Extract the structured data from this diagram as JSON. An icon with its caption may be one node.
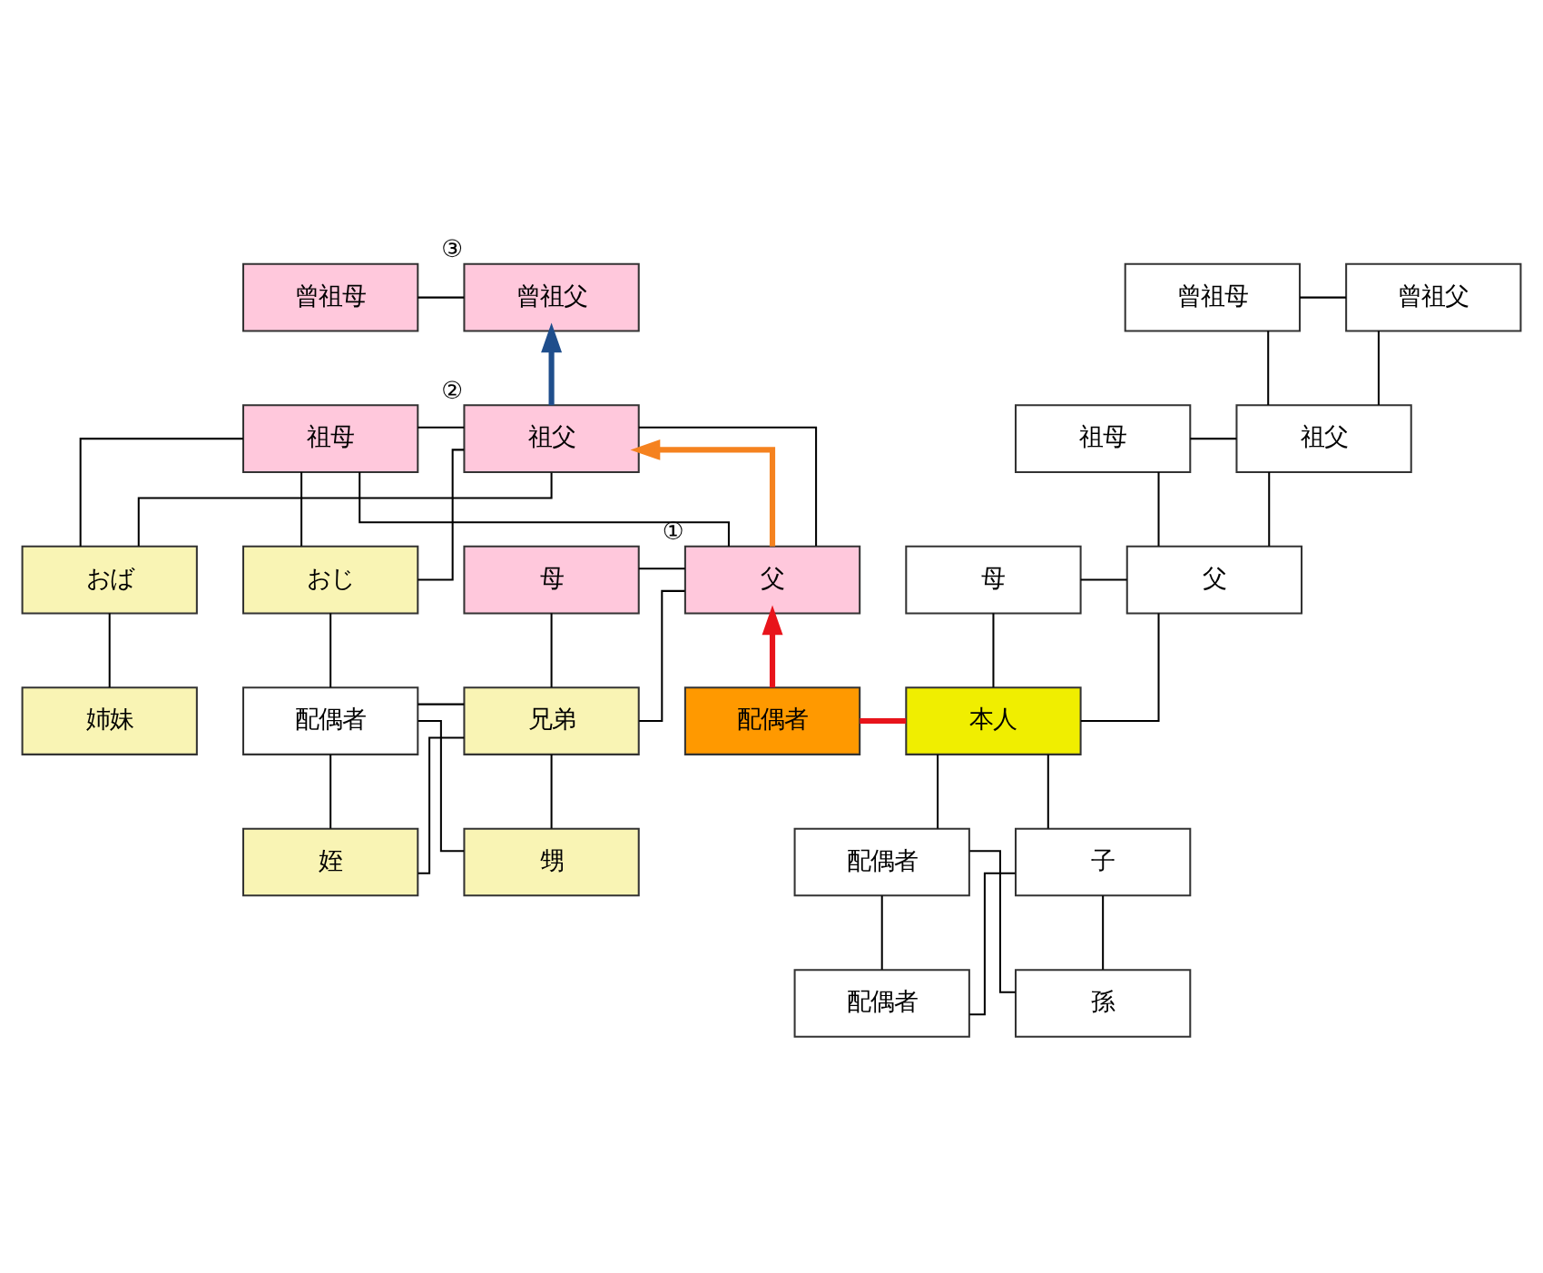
{
  "diagram": {
    "nodes": [
      {
        "text": [
          "曾祖母"
        ]
      },
      {
        "text": [
          "曾祖父"
        ],
        "beside": [
          "③"
        ]
      },
      {
        "text": [
          "曾祖母"
        ]
      },
      {
        "text": [
          "曾祖父"
        ]
      },
      {
        "text": [
          "祖母"
        ]
      },
      {
        "text": [
          "祖父"
        ],
        "beside": [
          "②"
        ]
      },
      {
        "text": [
          "祖母"
        ]
      },
      {
        "text": [
          "祖父"
        ]
      },
      {
        "text": [
          "おば"
        ]
      },
      {
        "text": [
          "おじ"
        ]
      },
      {
        "text": [
          "母"
        ]
      },
      {
        "text": [
          "父"
        ],
        "beside": [
          "①"
        ]
      },
      {
        "text": [
          "母"
        ]
      },
      {
        "text": [
          "父"
        ]
      },
      {
        "text": [
          "姉妹"
        ]
      },
      {
        "text": [
          "配偶者"
        ]
      },
      {
        "text": [
          "兄弟"
        ]
      },
      {
        "text": [
          "配偶者"
        ]
      },
      {
        "text": [
          "本人"
        ]
      },
      {
        "text": [
          "姪"
        ]
      },
      {
        "text": [
          "甥"
        ]
      },
      {
        "text": [
          "配偶者"
        ]
      },
      {
        "text": [
          "子"
        ]
      },
      {
        "text": [
          "配偶者"
        ]
      },
      {
        "text": [
          "孫"
        ]
      }
    ],
    "edges": [
      {
        "from": 0,
        "to": 1,
        "arrow": "none"
      },
      {
        "from": 2,
        "to": 3,
        "arrow": "none"
      },
      {
        "from": 4,
        "to": 5,
        "arrow": "none"
      },
      {
        "from": 6,
        "to": 7,
        "arrow": "none"
      },
      {
        "from": 10,
        "to": 11,
        "arrow": "none"
      },
      {
        "from": 12,
        "to": 13,
        "arrow": "none"
      },
      {
        "from": 15,
        "to": 16,
        "arrow": "none"
      },
      {
        "from": 2,
        "to": 7,
        "arrow": "none"
      },
      {
        "from": 3,
        "to": 7,
        "arrow": "none"
      },
      {
        "from": 6,
        "to": 13,
        "arrow": "none"
      },
      {
        "from": 7,
        "to": 13,
        "arrow": "none"
      },
      {
        "from": 12,
        "to": 18,
        "arrow": "none"
      },
      {
        "from": 13,
        "to": 18,
        "arrow": "none"
      },
      {
        "from": 4,
        "to": 8,
        "arrow": "none"
      },
      {
        "from": 5,
        "to": 8,
        "arrow": "none"
      },
      {
        "from": 4,
        "to": 9,
        "arrow": "none"
      },
      {
        "from": 5,
        "to": 9,
        "arrow": "none"
      },
      {
        "from": 4,
        "to": 11,
        "arrow": "none"
      },
      {
        "from": 5,
        "to": 11,
        "arrow": "none"
      },
      {
        "from": 8,
        "to": 14,
        "arrow": "none"
      },
      {
        "from": 9,
        "to": 15,
        "arrow": "none"
      },
      {
        "from": 10,
        "to": 16,
        "arrow": "none"
      },
      {
        "from": 11,
        "to": 16,
        "arrow": "none"
      },
      {
        "from": 15,
        "to": 19,
        "arrow": "none"
      },
      {
        "from": 16,
        "to": 19,
        "arrow": "none"
      },
      {
        "from": 15,
        "to": 20,
        "arrow": "none"
      },
      {
        "from": 16,
        "to": 20,
        "arrow": "none"
      },
      {
        "from": 18,
        "to": 21,
        "arrow": "none"
      },
      {
        "from": 18,
        "to": 22,
        "arrow": "none"
      },
      {
        "from": 21,
        "to": 23,
        "arrow": "none"
      },
      {
        "from": 22,
        "to": 23,
        "arrow": "none"
      },
      {
        "from": 21,
        "to": 24,
        "arrow": "none"
      },
      {
        "from": 22,
        "to": 24,
        "arrow": "none"
      },
      {
        "from": 17,
        "to": 11,
        "arrow": "to",
        "style": "thick",
        "color": "#e8141b"
      },
      {
        "from": 11,
        "to": 5,
        "arrow": "to",
        "style": "thick",
        "color": "#f5821f"
      },
      {
        "from": 5,
        "to": 1,
        "arrow": "to",
        "style": "thick",
        "color": "#1f4e8c"
      },
      {
        "from": 17,
        "to": 18,
        "arrow": "none",
        "style": "thick",
        "color": "#e8141b"
      }
    ]
  }
}
